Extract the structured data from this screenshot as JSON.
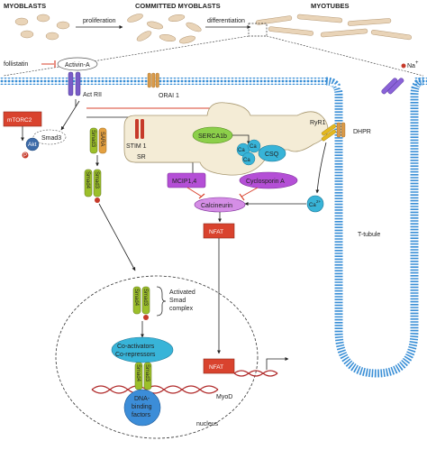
{
  "header": {
    "myoblasts": "MYOBLASTS",
    "committed": "COMMITTED MYOBLASTS",
    "myotubes": "MYOTUBES",
    "proliferation": "proliferation",
    "differentiation": "differentiation"
  },
  "membrane": {
    "follistatin": "follistatin",
    "activin_a": "Activin-A",
    "act_rii": "Act RII",
    "orai1": "ORAI 1",
    "question": "?",
    "na": "Na",
    "na_sup": "+",
    "dhpr": "DHPR",
    "ryr1": "RyR1",
    "t_tubule": "T-tubule"
  },
  "cytoplasm": {
    "mtorc2": "mTORC2",
    "smad3": "Smad3",
    "akt": "Akt",
    "p": "P",
    "sara": "SARA",
    "smad4": "Smad4",
    "stim1": "STIM 1",
    "serca": "SERCA1b",
    "sr": "SR",
    "ca": "Ca",
    "ca_sup": "2+",
    "csq": "CSQ",
    "mcip": "MCIP1,4",
    "cyclosporin": "Cyclosporin A",
    "calcineurin": "Calcineurin",
    "nfat": "NFAT"
  },
  "nucleus": {
    "activated_smad": [
      "Activated",
      "Smad",
      "complex"
    ],
    "coactivators": "Co-activators",
    "corepressors": "Co-repressors",
    "dna_binding": [
      "DNA-",
      "binding",
      "factors"
    ],
    "myod": "MyoD",
    "nucleus_label": "nucleus",
    "nfat": "NFAT"
  },
  "colors": {
    "membrane_blue": "#3a8fd6",
    "red_box": "#d9432e",
    "purple": "#b44fd6",
    "cyan": "#38b4d8",
    "sr_fill": "#f4ecd6",
    "green": "#8ccf4a",
    "smad_green": "#9cbf2a"
  }
}
